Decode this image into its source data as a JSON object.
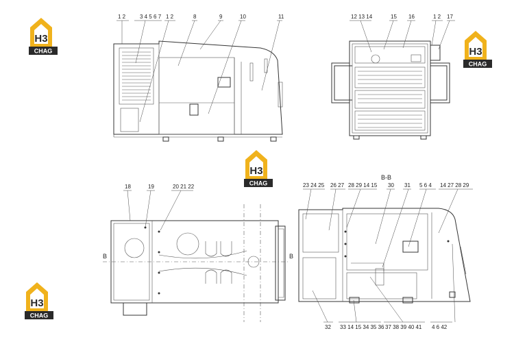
{
  "logos": [
    {
      "monogram": "H3",
      "wordmark": "CHAG"
    },
    {
      "monogram": "H3",
      "wordmark": "CHAG"
    },
    {
      "monogram": "H3",
      "wordmark": "CHAG"
    },
    {
      "monogram": "H3",
      "wordmark": "CHAG"
    }
  ],
  "views": {
    "front": {
      "callouts": [
        "1 2",
        "3 4 5 6 7",
        "1 2",
        "8",
        "9",
        "10",
        "11"
      ]
    },
    "side": {
      "callouts": [
        "12 13 14",
        "15",
        "16",
        "1 2",
        "17"
      ]
    },
    "top": {
      "callouts": [
        "18",
        "19",
        "20 21 22"
      ],
      "section_left": "B",
      "section_right": "B"
    },
    "section": {
      "title": "B-B",
      "callouts_top": [
        "23 24 25",
        "26 27",
        "28 29 14 15",
        "30",
        "31",
        "5 6 4",
        "14 27 28 29"
      ],
      "callouts_bottom": [
        "32",
        "33 14 15 34 35 36",
        "37 38 39 40 41",
        "4 6 42"
      ]
    }
  },
  "colors": {
    "logo_gold": "#f0b21c",
    "logo_dark": "#2a2a2a",
    "line": "#333333"
  }
}
